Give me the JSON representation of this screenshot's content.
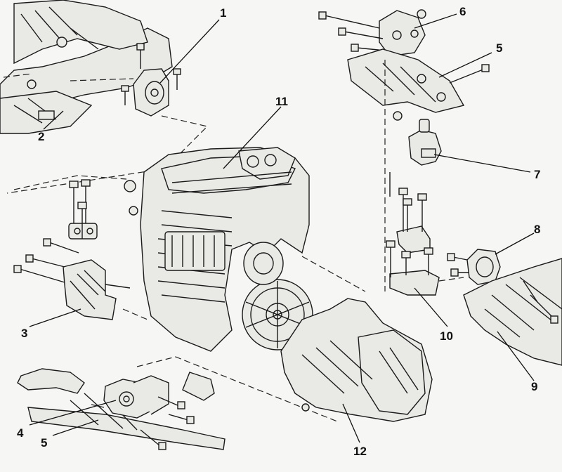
{
  "callouts": [
    {
      "id": "1",
      "text": "1"
    },
    {
      "id": "2",
      "text": "2"
    },
    {
      "id": "3",
      "text": "3"
    },
    {
      "id": "4",
      "text": "4"
    },
    {
      "id": "5a",
      "text": "5"
    },
    {
      "id": "5b",
      "text": "5"
    },
    {
      "id": "6",
      "text": "6"
    },
    {
      "id": "7",
      "text": "7"
    },
    {
      "id": "8",
      "text": "8"
    },
    {
      "id": "9",
      "text": "9"
    },
    {
      "id": "10",
      "text": "10"
    },
    {
      "id": "11",
      "text": "11"
    },
    {
      "id": "12",
      "text": "12"
    }
  ],
  "colors": {
    "ink": "#1a1a1a",
    "paper": "#f6f6f4",
    "fill": "#e9e9e6"
  }
}
